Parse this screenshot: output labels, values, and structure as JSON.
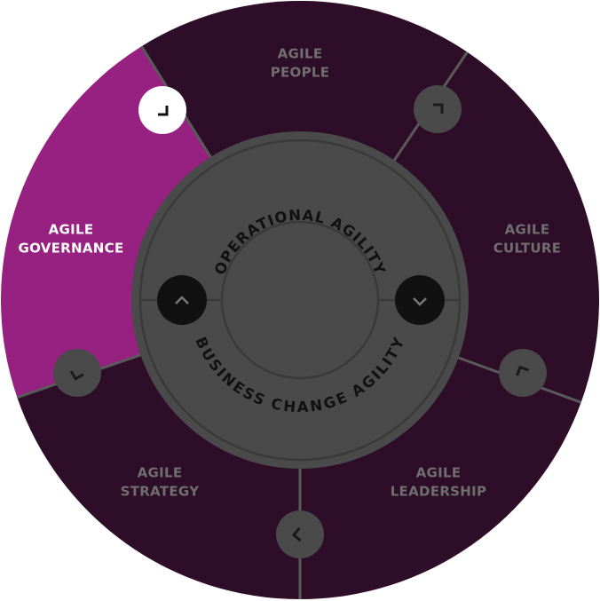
{
  "colors": {
    "segment_default": "#2e0d29",
    "segment_active": "#962181",
    "segment_border": "#5a5a5a",
    "center_disc": "#4a4a4a",
    "center_stroke": "#3a3a3a",
    "label_default": "#6f6f6f",
    "label_active": "#ffffff",
    "ring_text": "#111111",
    "button_dark": "#4a4a4a",
    "button_active": "#ffffff",
    "nav_button": "#111111"
  },
  "segments": [
    {
      "id": "people",
      "line1": "AGILE",
      "line2": "PEOPLE",
      "active": false,
      "expand_icon": "expand-arrow-icon"
    },
    {
      "id": "culture",
      "line1": "AGILE",
      "line2": "CULTURE",
      "active": false,
      "expand_icon": "expand-arrow-icon"
    },
    {
      "id": "leadership",
      "line1": "AGILE",
      "line2": "LEADERSHIP",
      "active": false,
      "expand_icon": "expand-arrow-icon"
    },
    {
      "id": "strategy",
      "line1": "AGILE",
      "line2": "STRATEGY",
      "active": false,
      "expand_icon": "expand-arrow-icon"
    },
    {
      "id": "governance",
      "line1": "AGILE",
      "line2": "GOVERNANCE",
      "active": true,
      "expand_icon": "expand-arrow-icon"
    }
  ],
  "center": {
    "top_label": "OPERATIONAL AGILITY",
    "bottom_label": "BUSINESS CHANGE AGILITY",
    "prev_icon": "chevron-up-icon",
    "next_icon": "chevron-down-icon"
  }
}
